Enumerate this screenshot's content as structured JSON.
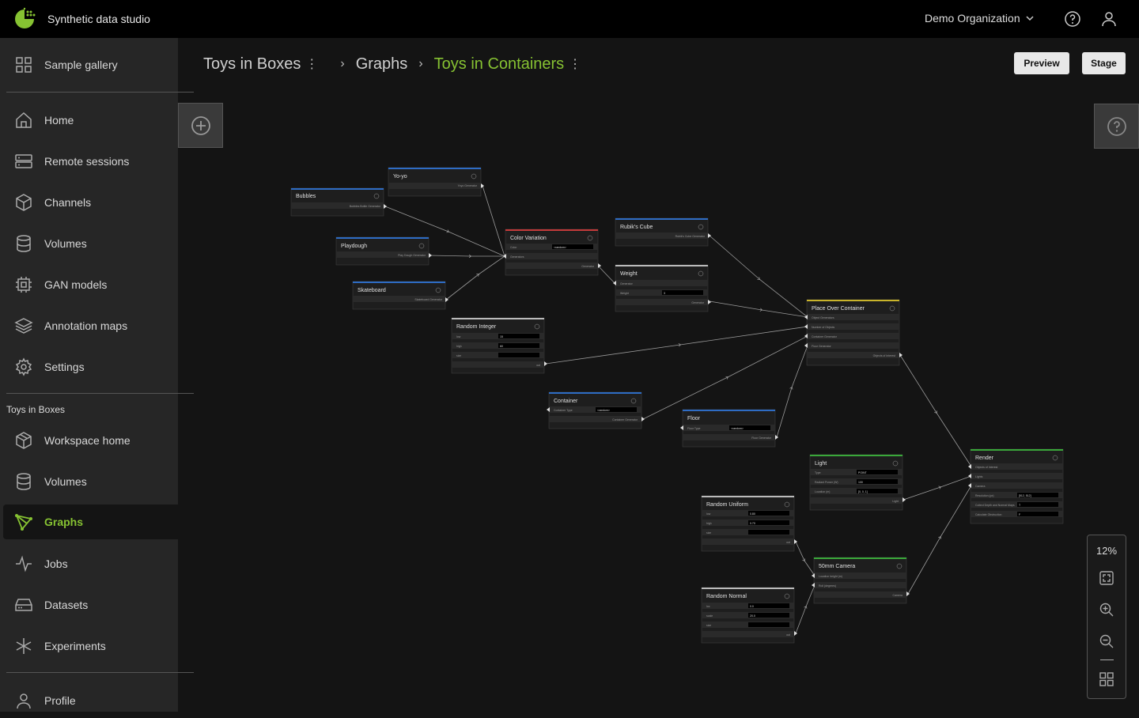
{
  "app": {
    "title": "Synthetic data studio",
    "organization": "Demo Organization"
  },
  "sidebar": {
    "top_items": [
      {
        "label": "Sample gallery",
        "icon": "grid-icon"
      }
    ],
    "main_items": [
      {
        "label": "Home",
        "icon": "home-icon"
      },
      {
        "label": "Remote sessions",
        "icon": "server-icon"
      },
      {
        "label": "Channels",
        "icon": "cube-icon"
      },
      {
        "label": "Volumes",
        "icon": "database-icon"
      },
      {
        "label": "GAN models",
        "icon": "chip-icon"
      },
      {
        "label": "Annotation maps",
        "icon": "layers-icon"
      },
      {
        "label": "Settings",
        "icon": "gear-icon"
      }
    ],
    "workspace_section": "Toys in Boxes",
    "workspace_items": [
      {
        "label": "Workspace home",
        "icon": "cube-outline-icon"
      },
      {
        "label": "Volumes",
        "icon": "database-icon"
      },
      {
        "label": "Graphs",
        "icon": "graph-icon",
        "active": true
      },
      {
        "label": "Jobs",
        "icon": "activity-icon"
      },
      {
        "label": "Datasets",
        "icon": "drive-icon"
      },
      {
        "label": "Experiments",
        "icon": "asterisk-icon"
      }
    ],
    "bottom_items": [
      {
        "label": "Profile",
        "icon": "user-icon"
      }
    ]
  },
  "breadcrumb": {
    "workspace": "Toys in Boxes",
    "section": "Graphs",
    "current": "Toys in Containers"
  },
  "toolbar": {
    "preview_label": "Preview",
    "stage_label": "Stage"
  },
  "zoom": {
    "level": "12%"
  },
  "nodes": {
    "yoyo": {
      "title": "Yo-yo",
      "out": "Yoyo Generator"
    },
    "bubbles": {
      "title": "Bubbles",
      "out": "Bubbles Bottle Generator"
    },
    "playdough": {
      "title": "Playdough",
      "out": "Play Dough Generator"
    },
    "skateboard": {
      "title": "Skateboard",
      "out": "Skateboard Generator"
    },
    "color_variation": {
      "title": "Color Variation",
      "in1": "Color",
      "val1": "<random>",
      "in2": "Generators",
      "out": "Generator"
    },
    "rubiks": {
      "title": "Rubik's Cube",
      "out": "Rubik's Cube Generator"
    },
    "weight": {
      "title": "Weight",
      "in1": "Generator",
      "in2": "Weight",
      "val2": "3",
      "out": "Generator"
    },
    "random_integer": {
      "title": "Random Integer",
      "in1": "low",
      "val1": "15",
      "in2": "high",
      "val2": "60",
      "in3": "size",
      "out": "out"
    },
    "place_over": {
      "title": "Place Over Container",
      "in1": "Object Generators",
      "in2": "Number of Objects",
      "in3": "Container Generator",
      "in4": "Floor Generator",
      "out": "Objects of Interest"
    },
    "container": {
      "title": "Container",
      "in1": "Container Type",
      "val1": "<random>",
      "out": "Container Generator"
    },
    "floor": {
      "title": "Floor",
      "in1": "Floor Type",
      "val1": "<random>",
      "out": "Floor Generator"
    },
    "light": {
      "title": "Light",
      "in1": "Type",
      "val1": "POINT",
      "in2": "Radiant Power (W)",
      "val2": "100",
      "in3": "Location (m)",
      "val3": "[0, 0, 1]",
      "out": "Light"
    },
    "random_uniform": {
      "title": "Random Uniform",
      "in1": "low",
      "val1": "0.80",
      "in2": "high",
      "val2": "0.70",
      "in3": "size",
      "out": "out"
    },
    "camera": {
      "title": "50mm Camera",
      "in1": "Location height (m)",
      "in2": "Roll (degrees)",
      "out": "Camera"
    },
    "random_normal": {
      "title": "Random Normal",
      "in1": "loc",
      "val1": "0.0",
      "in2": "scale",
      "val2": "20.0",
      "in3": "size",
      "out": "out"
    },
    "render": {
      "title": "Render",
      "in1": "Objects of Interest",
      "in2": "Lights",
      "in3": "Camera",
      "in4": "Resolution (px)",
      "val4": "[512, 512]",
      "in5": "Collect Depth and Normal Maps",
      "val5": "T",
      "in6": "Calculate Obstruction",
      "val6": "F"
    }
  }
}
